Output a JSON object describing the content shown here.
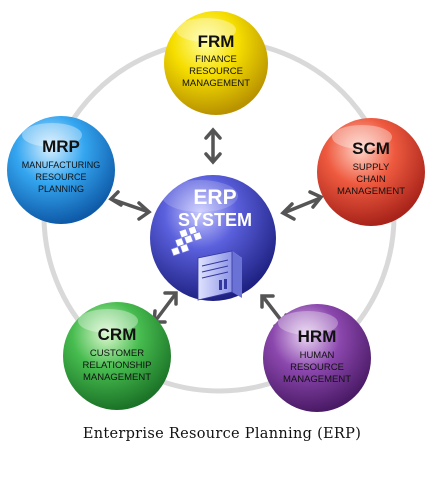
{
  "hub": {
    "line1": "ERP",
    "line2": "SYSTEM"
  },
  "nodes": {
    "frm": {
      "abbr": "FRM",
      "lines": [
        "FINANCE",
        "RESOURCE",
        "MANAGEMENT"
      ],
      "color": "#f2d600"
    },
    "mrp": {
      "abbr": "MRP",
      "lines": [
        "MANUFACTURING",
        "RESOURCE",
        "PLANNING"
      ],
      "color": "#2f9bea"
    },
    "scm": {
      "abbr": "SCM",
      "lines": [
        "SUPPLY",
        "CHAIN",
        "MANAGEMENT"
      ],
      "color": "#e8503a"
    },
    "crm": {
      "abbr": "CRM",
      "lines": [
        "CUSTOMER",
        "RELATIONSHIP",
        "MANAGEMENT"
      ],
      "color": "#3fb24a"
    },
    "hrm": {
      "abbr": "HRM",
      "lines": [
        "HUMAN",
        "RESOURCE",
        "MANAGEMENT"
      ],
      "color": "#7a3d9c"
    }
  },
  "hub_color": "#3b3fb0",
  "caption": "Enterprise Resource Planning (ERP)",
  "icons": {
    "hub": "server-tower-icon",
    "link": "double-arrow-icon"
  }
}
